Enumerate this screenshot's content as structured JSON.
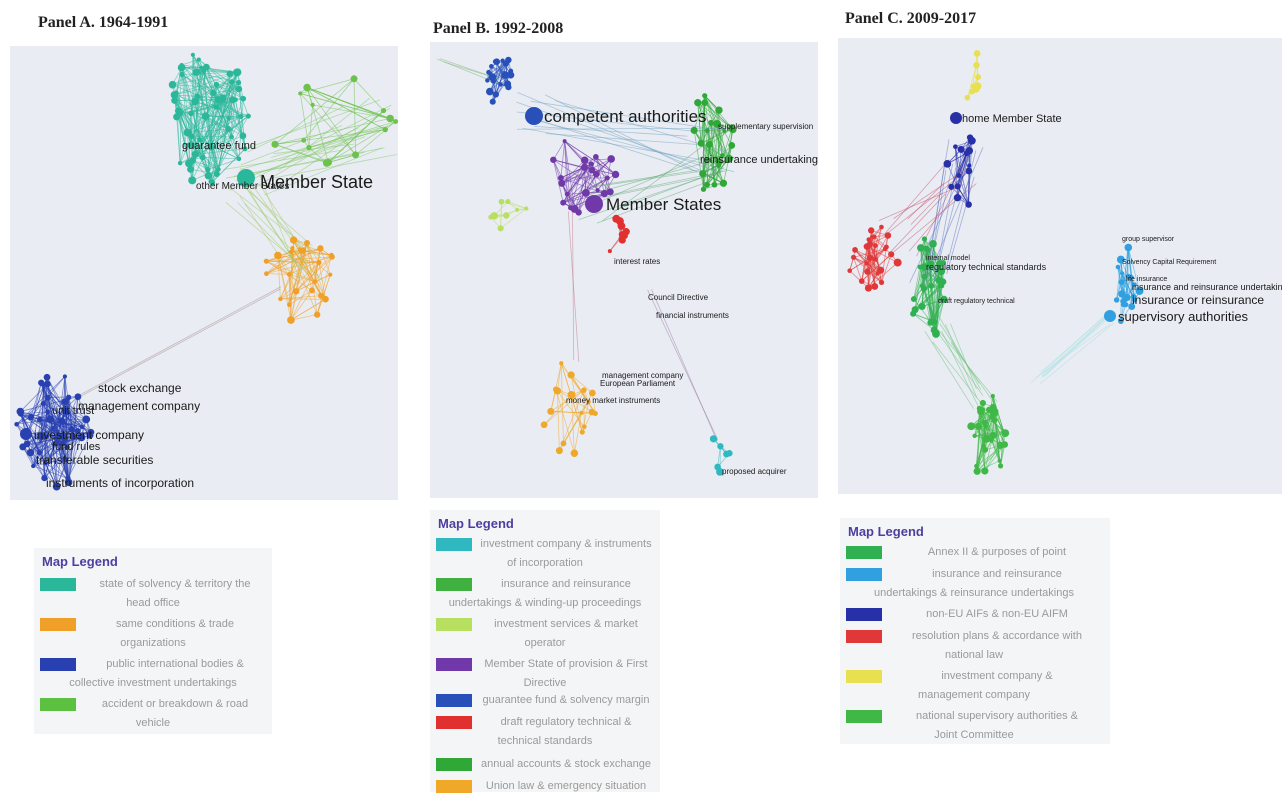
{
  "panels": [
    {
      "title": "Panel A. 1964-1991",
      "labels": [
        "Member State",
        "guarantee fund",
        "other Member States",
        "stock exchange",
        "management company",
        "unit trust",
        "investment company",
        "fund rules",
        "transferable securities",
        "instruments of incorporation"
      ],
      "legend": {
        "title": "Map Legend",
        "items": [
          {
            "color": "#2bb89a",
            "line1": "state of solvency & territory the",
            "line2": "head office"
          },
          {
            "color": "#f0a028",
            "line1": "same conditions & trade",
            "line2": "organizations"
          },
          {
            "color": "#2840b0",
            "line1": "public international bodies &",
            "line2": "collective investment undertakings"
          },
          {
            "color": "#5cc040",
            "line1": "accident or breakdown & road",
            "line2": "vehicle"
          }
        ]
      }
    },
    {
      "title": "Panel B. 1992-2008",
      "labels": [
        "competent authorities",
        "supplementary supervision",
        "reinsurance undertakings",
        "Member States",
        "interest rates",
        "Council Directive",
        "financial instruments",
        "management company",
        "European Parliament",
        "money market instruments",
        "proposed acquirer"
      ],
      "legend": {
        "title": "Map Legend",
        "items": [
          {
            "color": "#30b8c0",
            "line1": "investment company & instruments",
            "line2": "of incorporation"
          },
          {
            "color": "#40b040",
            "line1": "insurance and reinsurance",
            "line2": "undertakings & winding-up proceedings"
          },
          {
            "color": "#b8e060",
            "line1": "investment services & market",
            "line2": "operator"
          },
          {
            "color": "#7038a8",
            "line1": "Member State of provision & First",
            "line2": "Directive"
          },
          {
            "color": "#2850b8",
            "line1": "guarantee fund & solvency margin",
            "line2": ""
          },
          {
            "color": "#e03030",
            "line1": "draft regulatory technical &",
            "line2": "technical standards"
          },
          {
            "color": "#30a838",
            "line1": "annual accounts & stock exchange",
            "line2": ""
          },
          {
            "color": "#f0a828",
            "line1": "Union law & emergency situation",
            "line2": ""
          }
        ]
      }
    },
    {
      "title": "Panel C. 2009-2017",
      "labels": [
        "home Member State",
        "internal model",
        "regulatory technical standards",
        "draft regulatory technical",
        "group supervisor",
        "Solvency Capital Requirement",
        "life insurance",
        "insurance and reinsurance undertakings",
        "insurance or reinsurance",
        "supervisory authorities"
      ],
      "legend": {
        "title": "Map Legend",
        "items": [
          {
            "color": "#30b050",
            "line1": "Annex II & purposes of point",
            "line2": ""
          },
          {
            "color": "#30a0e0",
            "line1": "insurance and reinsurance",
            "line2": "undertakings & reinsurance undertakings"
          },
          {
            "color": "#2830a8",
            "line1": "non-EU AIFs & non-EU AIFM",
            "line2": ""
          },
          {
            "color": "#e03838",
            "line1": "resolution plans & accordance with",
            "line2": "national law"
          },
          {
            "color": "#e8e050",
            "line1": "investment company &",
            "line2": "management company"
          },
          {
            "color": "#40b848",
            "line1": "national supervisory authorities &",
            "line2": "Joint Committee"
          }
        ]
      }
    }
  ]
}
